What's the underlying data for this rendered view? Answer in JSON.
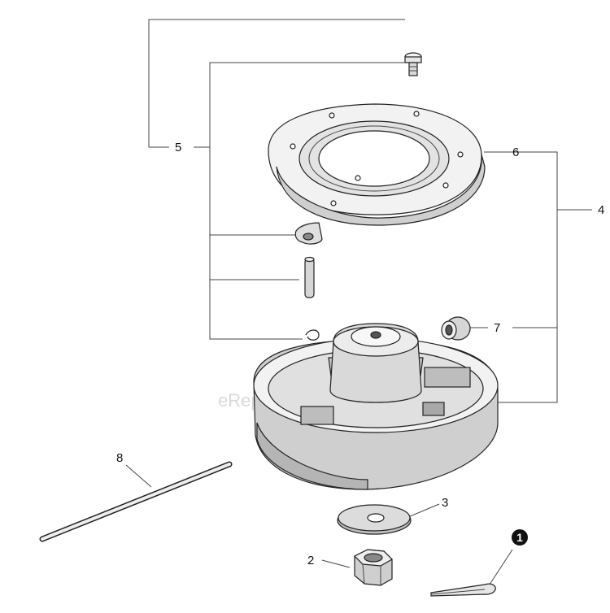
{
  "callouts": {
    "c1": "1",
    "c2": "2",
    "c3": "3",
    "c4": "4",
    "c5": "5",
    "c6": "6",
    "c7": "7",
    "c8": "8"
  },
  "watermark": "eReplacementParts.com",
  "colors": {
    "line": "#444444",
    "part_fill": "#f2f2f2",
    "part_shade": "#bdbdbd",
    "part_dark": "#8a8a8a"
  }
}
